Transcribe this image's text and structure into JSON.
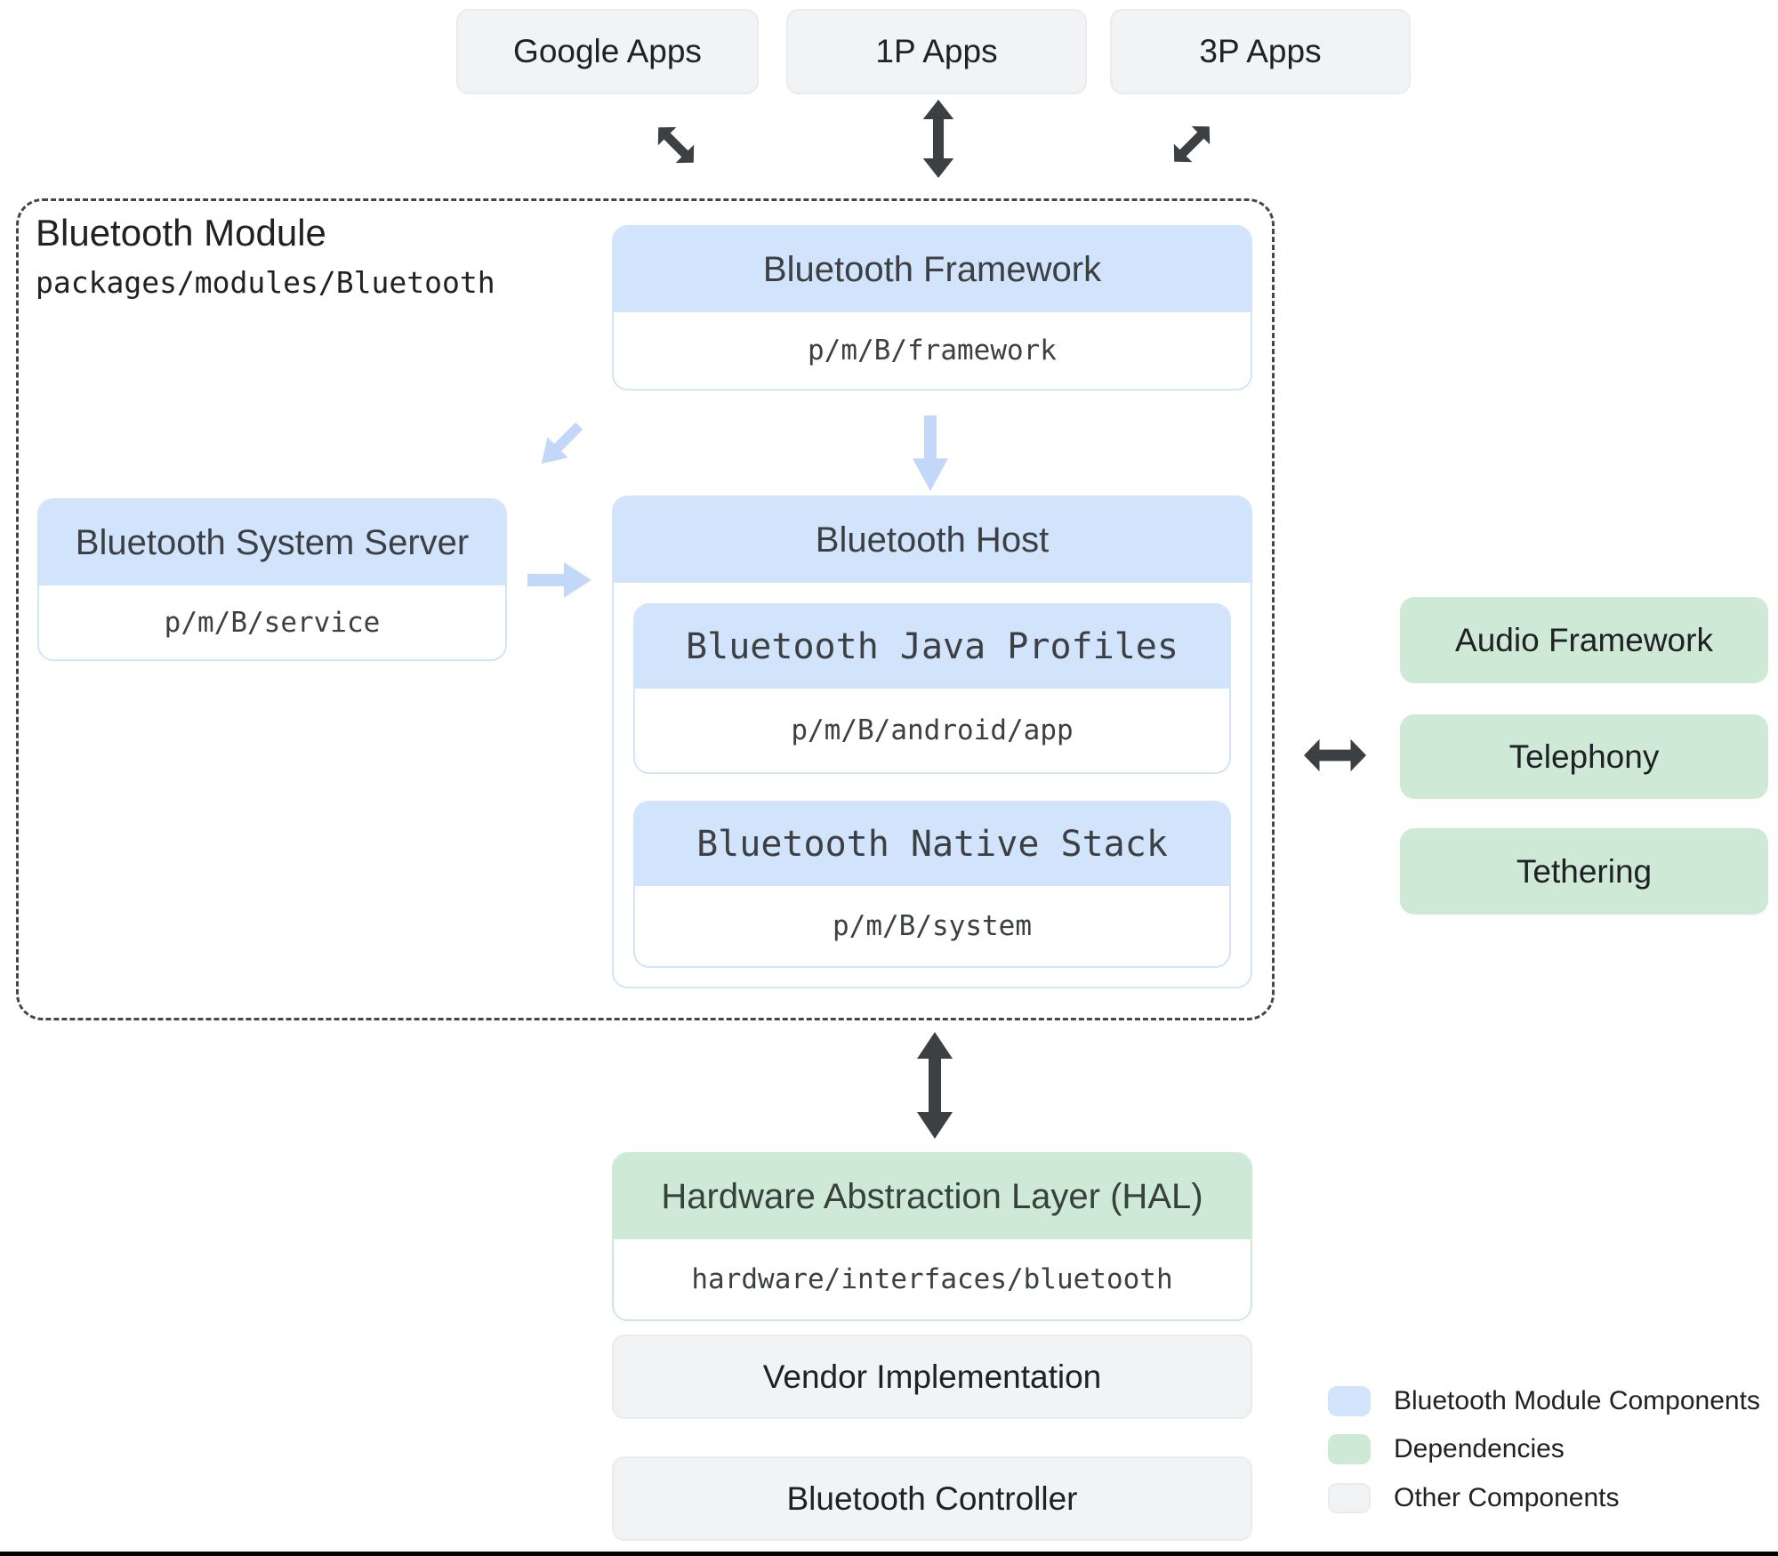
{
  "top_apps": {
    "google": "Google Apps",
    "first_party": "1P Apps",
    "third_party": "3P Apps"
  },
  "module": {
    "title": "Bluetooth Module",
    "path": "packages/modules/Bluetooth",
    "framework": {
      "title": "Bluetooth Framework",
      "path": "p/m/B/framework"
    },
    "system_server": {
      "title": "Bluetooth System Server",
      "path": "p/m/B/service"
    },
    "host": {
      "title": "Bluetooth Host",
      "java_profiles": {
        "title": "Bluetooth Java Profiles",
        "path": "p/m/B/android/app"
      },
      "native_stack": {
        "title": "Bluetooth Native Stack",
        "path": "p/m/B/system"
      }
    }
  },
  "dependencies": {
    "audio": "Audio Framework",
    "telephony": "Telephony",
    "tethering": "Tethering"
  },
  "hal": {
    "title": "Hardware Abstraction Layer (HAL)",
    "path": "hardware/interfaces/bluetooth"
  },
  "other_components": {
    "vendor": "Vendor Implementation",
    "controller": "Bluetooth Controller"
  },
  "legend": {
    "module_components": "Bluetooth Module Components",
    "dependencies": "Dependencies",
    "other": "Other Components"
  },
  "colors": {
    "module_accent": "#d2e3fc",
    "dependency_accent": "#ceead6",
    "other_accent": "#f1f3f4",
    "arrow_dark": "#3c4043",
    "arrow_light": "#c3d8f8",
    "dashed_border": "#444746"
  }
}
